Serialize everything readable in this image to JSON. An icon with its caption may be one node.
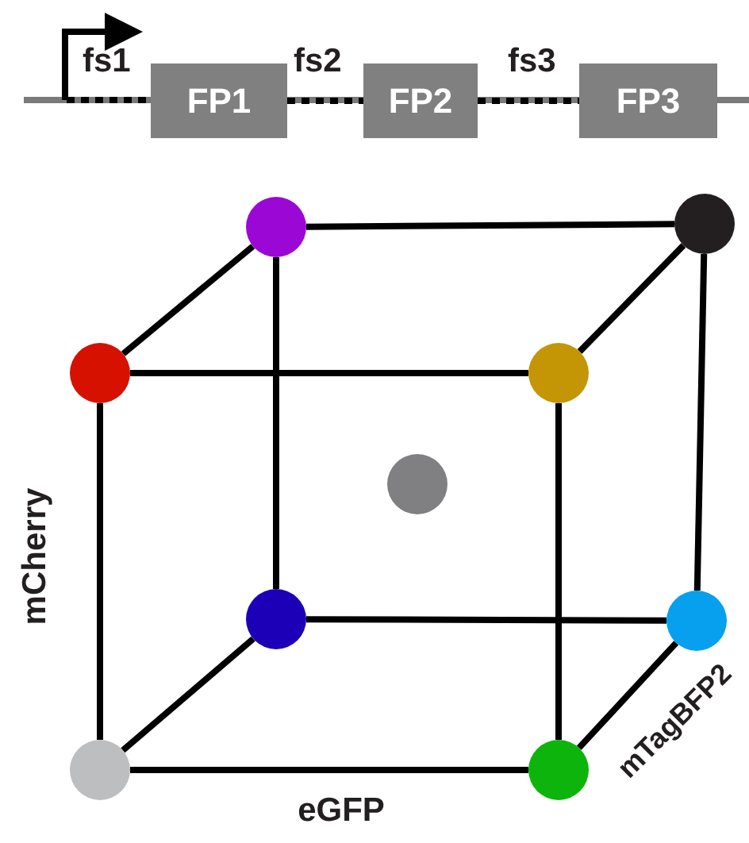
{
  "diagram": {
    "nodes": [
      {
        "text": [
          "FP1"
        ]
      },
      {
        "text": [
          "FP2"
        ]
      },
      {
        "text": [
          "FP3"
        ]
      },
      {
        "text": [],
        "shape": "circle"
      },
      {
        "text": [],
        "shape": "circle"
      },
      {
        "text": [],
        "shape": "circle"
      },
      {
        "text": [],
        "shape": "circle"
      },
      {
        "text": [],
        "shape": "circle"
      },
      {
        "text": [],
        "shape": "circle"
      },
      {
        "text": [],
        "shape": "circle"
      },
      {
        "text": [],
        "shape": "circle"
      },
      {
        "text": [],
        "shape": "circle"
      }
    ],
    "edges": [
      {
        "from": 0,
        "to": 1,
        "arrow": "none",
        "style": "dashed"
      },
      {
        "from": 1,
        "to": 2,
        "arrow": "none",
        "style": "dashed"
      },
      {
        "from": 3,
        "to": 4,
        "arrow": "none"
      },
      {
        "from": 3,
        "to": 5,
        "arrow": "none"
      },
      {
        "from": 3,
        "to": 8,
        "arrow": "none"
      },
      {
        "from": 4,
        "to": 6,
        "arrow": "none"
      },
      {
        "from": 4,
        "to": 9,
        "arrow": "none"
      },
      {
        "from": 5,
        "to": 6,
        "arrow": "none"
      },
      {
        "from": 5,
        "to": 10,
        "arrow": "none"
      },
      {
        "from": 6,
        "to": 11,
        "arrow": "none"
      },
      {
        "from": 8,
        "to": 9,
        "arrow": "none"
      },
      {
        "from": 8,
        "to": 10,
        "arrow": "none"
      },
      {
        "from": 9,
        "to": 11,
        "arrow": "none"
      },
      {
        "from": 10,
        "to": 11,
        "arrow": "none"
      }
    ],
    "labels": [
      "fs1",
      "fs2",
      "fs3",
      "mCherry",
      "eGFP",
      "mTagBFP2"
    ]
  }
}
